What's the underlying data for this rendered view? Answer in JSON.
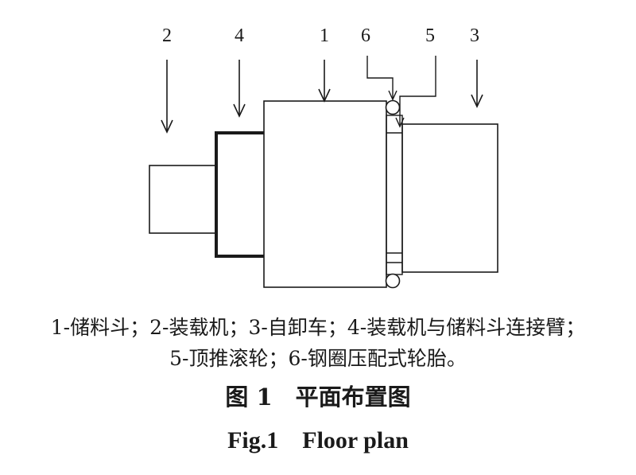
{
  "figure": {
    "labels": {
      "l2": "2",
      "l4": "4",
      "l1": "1",
      "l6": "6",
      "l5": "5",
      "l3": "3"
    },
    "legend_line1": "1-储料斗；2-装载机；3-自卸车；4-装载机与储料斗连接臂；",
    "legend_line2": "5-顶推滚轮；6-钢圈压配式轮胎。",
    "title_cn": "图 1　平面布置图",
    "title_en": "Fig.1　Floor plan"
  }
}
